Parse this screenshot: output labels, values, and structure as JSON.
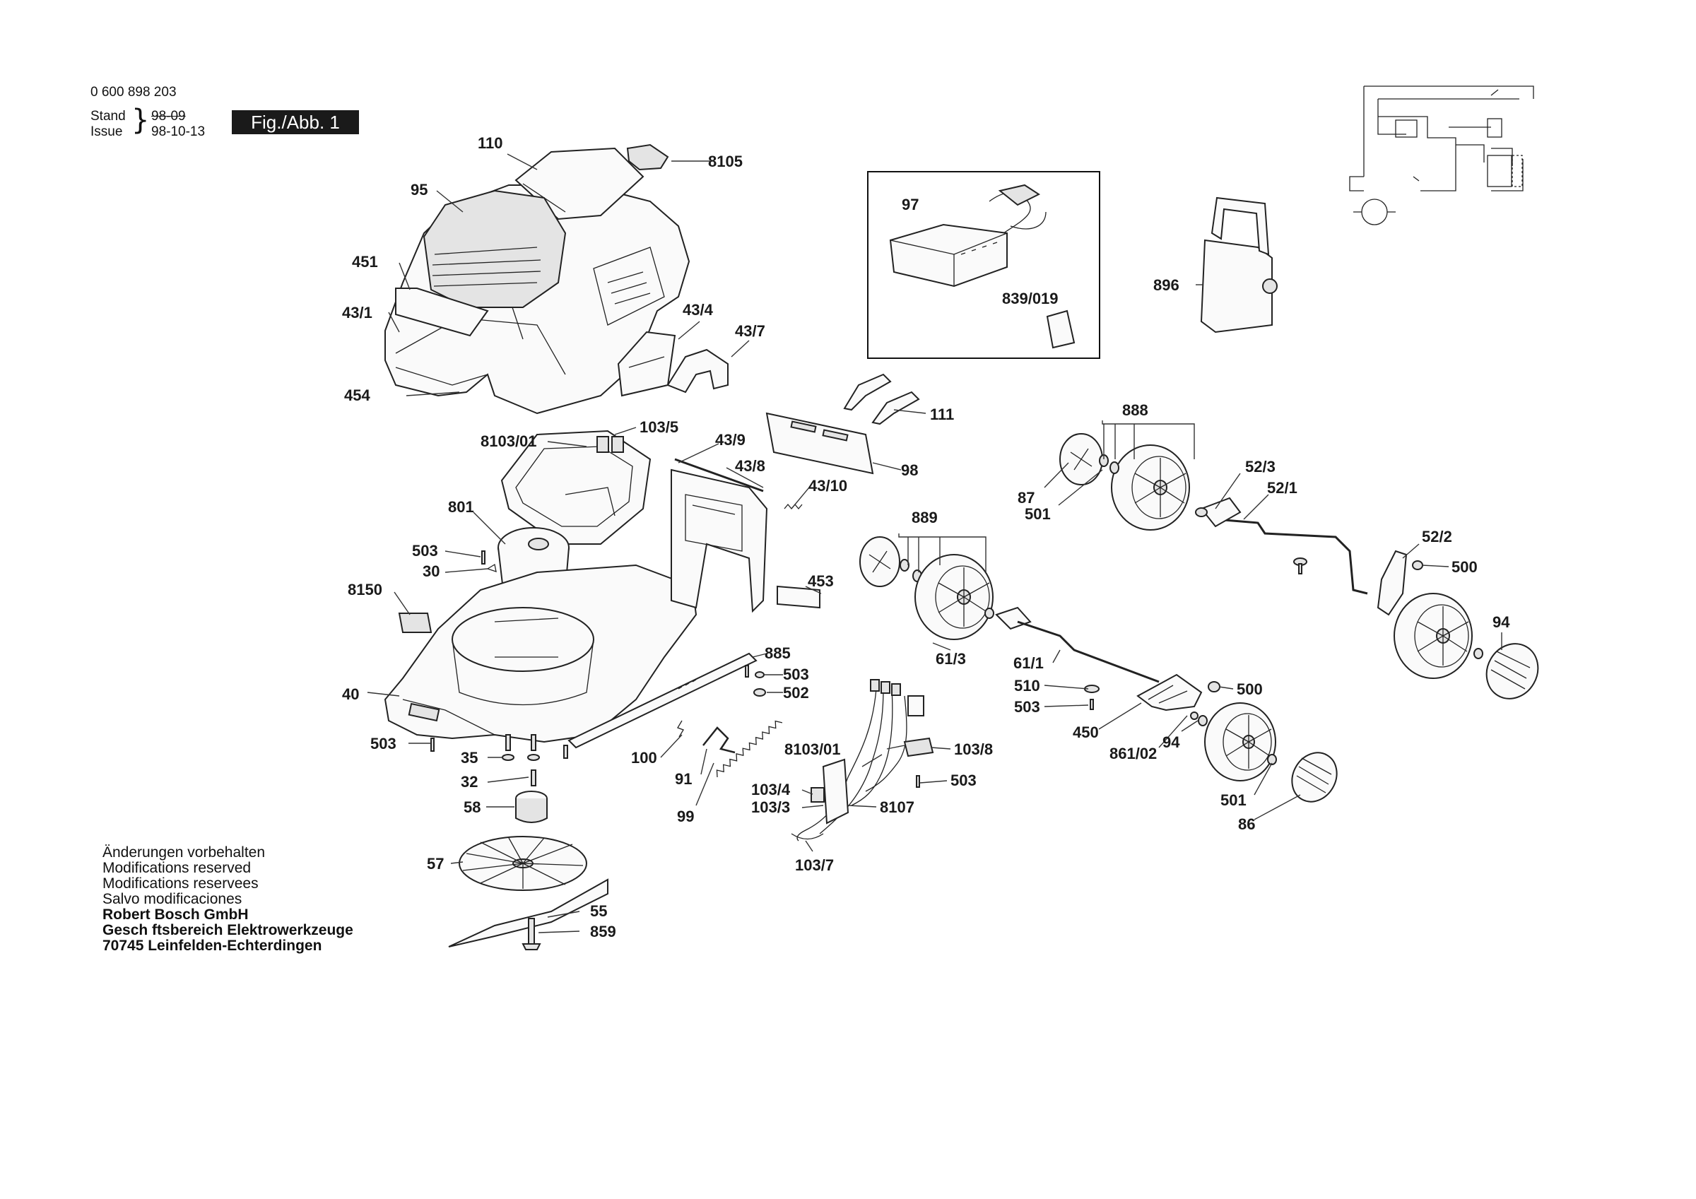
{
  "header": {
    "part_number": "0 600 898 203",
    "stand_label": "Stand",
    "stand_value": "98-09",
    "issue_label": "Issue",
    "issue_value": "98-10-13",
    "figure_label": "Fig./Abb. 1"
  },
  "footer": {
    "lines": [
      "Änderungen vorbehalten",
      "Modifications reserved",
      "Modifications reservees",
      "Salvo modificaciones"
    ],
    "company": "Robert Bosch GmbH",
    "division": "Gesch ftsbereich Elektrowerkzeuge",
    "address": "70745 Leinfelden-Echterdingen"
  },
  "labels": {
    "l110": "110",
    "l8105": "8105",
    "l95": "95",
    "l451": "451",
    "l43_1": "43/1",
    "l43_4": "43/4",
    "l43_7": "43/7",
    "l454": "454",
    "l8103_01a": "8103/01",
    "l103_5": "103/5",
    "l43_9": "43/9",
    "l43_8": "43/8",
    "l43_10": "43/10",
    "l801": "801",
    "l503a": "503",
    "l30": "30",
    "l8150": "8150",
    "l40": "40",
    "l503b": "503",
    "l35": "35",
    "l32": "32",
    "l58": "58",
    "l57": "57",
    "l55": "55",
    "l859": "859",
    "l885": "885",
    "l503c": "503",
    "l502": "502",
    "l100": "100",
    "l91": "91",
    "l99": "99",
    "l453": "453",
    "l98": "98",
    "l111": "111",
    "l97": "97",
    "l839_019": "839/019",
    "l896": "896",
    "l888": "888",
    "l87": "87",
    "l501a": "501",
    "l52_3": "52/3",
    "l52_1": "52/1",
    "l52_2": "52/2",
    "l500a": "500",
    "l94a": "94",
    "l889": "889",
    "l61_3": "61/3",
    "l61_1": "61/1",
    "l510": "510",
    "l503d": "503",
    "l500b": "500",
    "l450": "450",
    "l861_02": "861/02",
    "l94b": "94",
    "l501b": "501",
    "l86": "86",
    "l8103_01b": "8103/01",
    "l103_8": "103/8",
    "l503e": "503",
    "l103_4": "103/4",
    "l103_3": "103/3",
    "l8107": "8107",
    "l103_7": "103/7"
  }
}
